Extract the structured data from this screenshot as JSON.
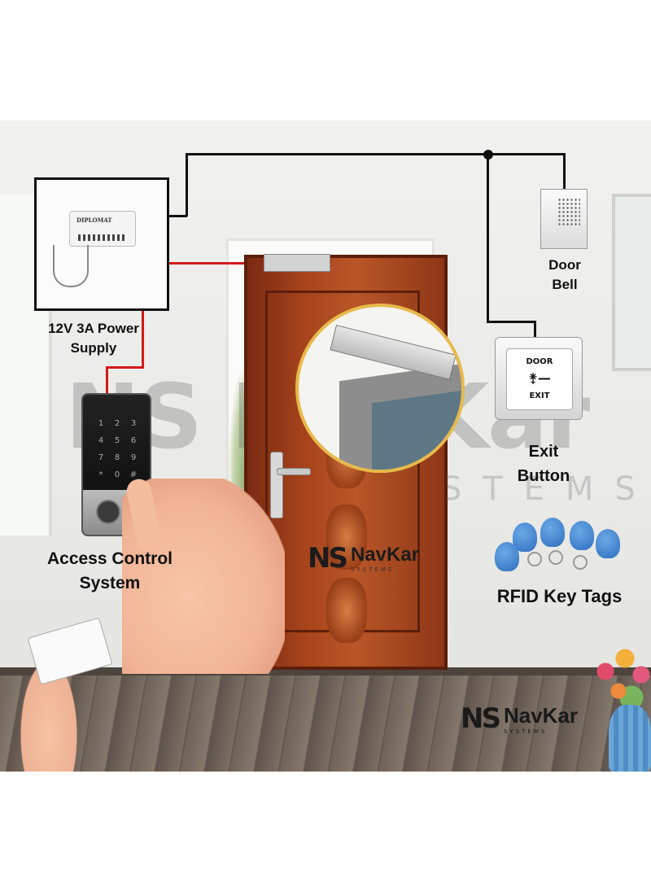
{
  "labels": {
    "power_supply": [
      "12V 3A Power",
      "Supply"
    ],
    "door_bell": [
      "Door",
      "Bell"
    ],
    "exit_button": [
      "Exit",
      "Button"
    ],
    "access_control": [
      "Access Control",
      "System"
    ],
    "rfid_tags": "RFID Key Tags"
  },
  "devices": {
    "power_supply_brand": "DIPLOMAT",
    "exit_button_text": [
      "DOOR",
      "EXIT"
    ],
    "keypad_keys": [
      "1",
      "2",
      "3",
      "4",
      "5",
      "6",
      "7",
      "8",
      "9",
      "*",
      "0",
      "#"
    ]
  },
  "brand": {
    "mark": "NS",
    "name": "NavKar",
    "tagline": "SYSTEMS",
    "watermark": "NS NavKar",
    "watermark_sub": "SYSTEMS"
  },
  "colors": {
    "wire_power": "#111111",
    "wire_signal": "#d11a1a",
    "door": "#a8441c",
    "zoom_ring": "#e7b94a",
    "rfid_tag": "#2f6fbf"
  }
}
